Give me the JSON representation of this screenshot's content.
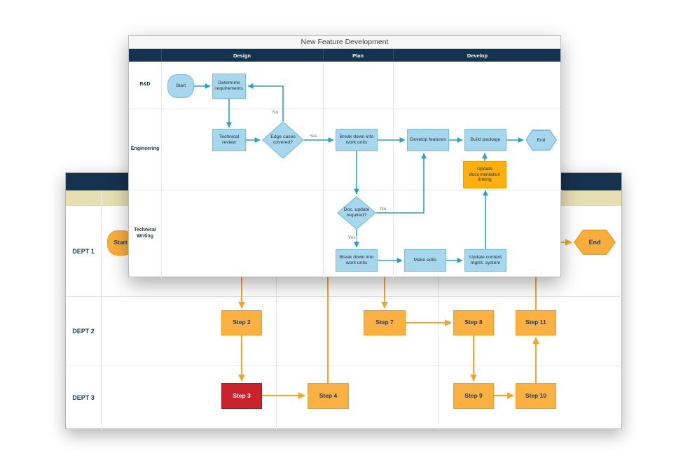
{
  "foreground_chart": {
    "title": "New Feature Development",
    "phases": {
      "design": "Design",
      "plan": "Plan",
      "develop": "Develop"
    },
    "lanes": {
      "rnd": "R&D",
      "engineering": "Engineering",
      "technical_writing": "Technical Writing"
    },
    "nodes": {
      "start": "Start",
      "determine_requirements": "Determine requirements",
      "technical_review": "Technical review",
      "edge_cases_covered": "Edge cases covered?",
      "breakdown_eng": "Break down into work units",
      "develop_features": "Develop features",
      "build_package": "Build package",
      "end": "End",
      "update_doc_linking": "Update documentation linking",
      "doc_update_required": "Doc. update required?",
      "breakdown_tw": "Break down into work units",
      "make_edits": "Make edits",
      "update_cms": "Update content mgmt. system"
    },
    "edge_labels": {
      "no_edge_cases": "No",
      "yes_edge_cases": "Yes",
      "no_doc_update": "No",
      "yes_doc_update": "Yes"
    },
    "colors": {
      "header_navy": "#15324e",
      "shape_blue_fill": "#a6d7ed",
      "shape_blue_border": "#74bedf",
      "connector_teal": "#2ba1c9",
      "highlight_orange": "#ffb00d"
    }
  },
  "background_chart": {
    "lanes": {
      "dept1": "DEPT 1",
      "dept2": "DEPT 2",
      "dept3": "DEPT 3"
    },
    "nodes": {
      "start": "Start",
      "end": "End",
      "step2": "Step 2",
      "step3": "Step 3",
      "step4": "Step 4",
      "step7": "Step 7",
      "step8": "Step 8",
      "step9": "Step 9",
      "step10": "Step 10",
      "step11": "Step 11"
    },
    "colors": {
      "header_navy": "#15324e",
      "subheader_tan": "#e5dfb2",
      "shape_orange_fill": "#fbb042",
      "shape_orange_border": "#f49d20",
      "alert_red": "#c9242b",
      "connector_orange": "#f7a426"
    }
  }
}
